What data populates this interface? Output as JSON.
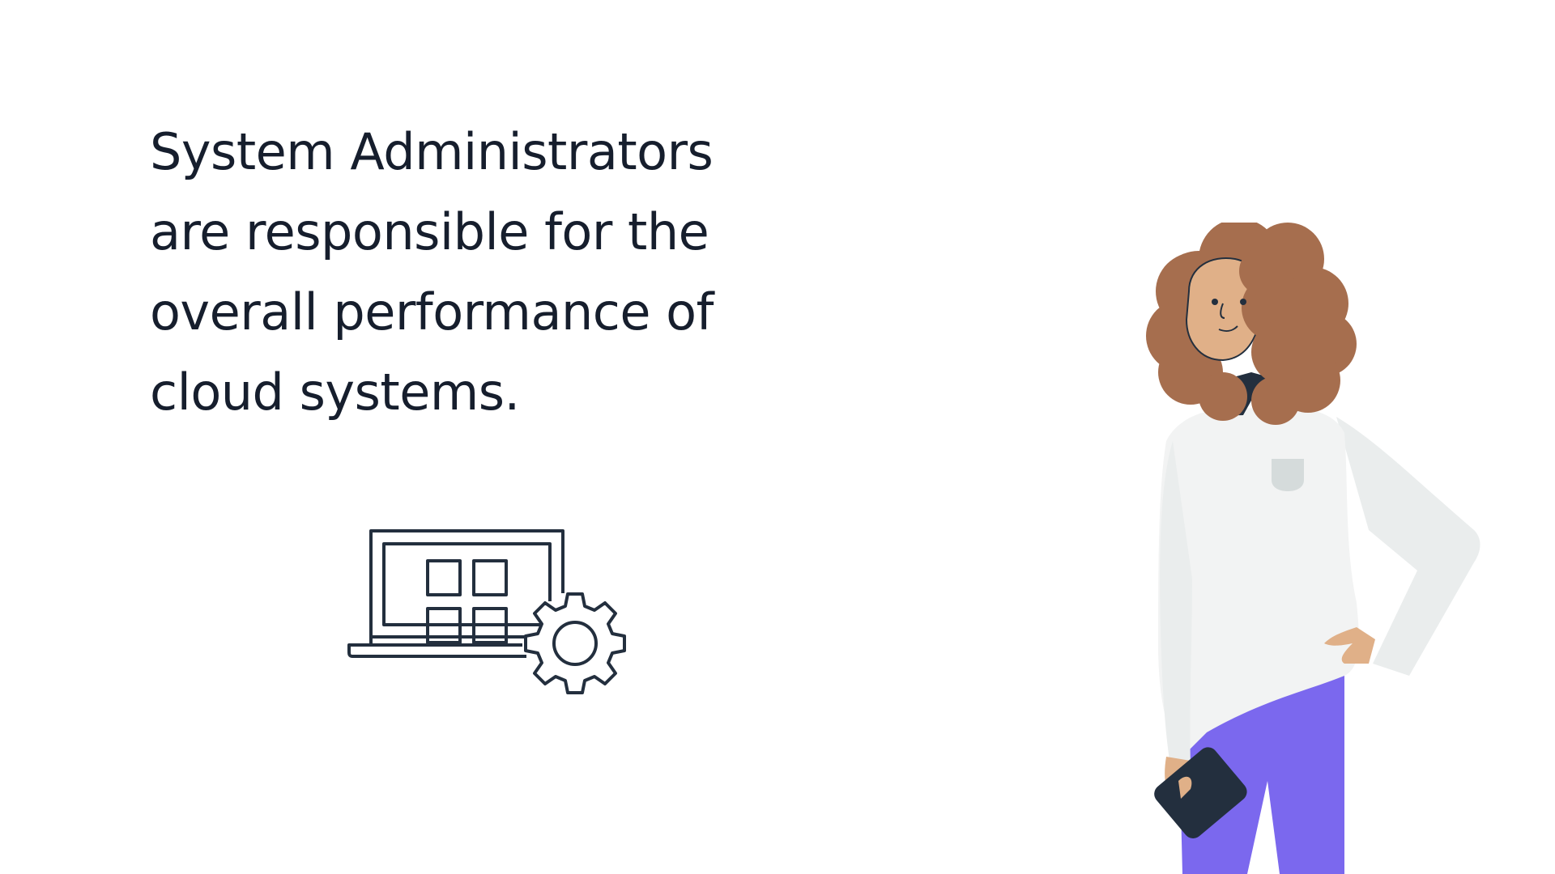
{
  "slide": {
    "headline_lines": [
      "System Administrators",
      "are responsible for the",
      "overall performance of",
      "cloud systems."
    ]
  },
  "icons": {
    "illustration_icon": "laptop-with-gear-icon",
    "character": "person-illustration"
  },
  "colors": {
    "text": "#161e2d",
    "icon_stroke": "#232f3e",
    "hair": "#a66e4e",
    "skin": "#e0b088",
    "shirt": "#f2f3f3",
    "collar": "#232f3e",
    "pants": "#7b68ee",
    "phone": "#232f3e",
    "pocket": "#d5dbdb"
  }
}
